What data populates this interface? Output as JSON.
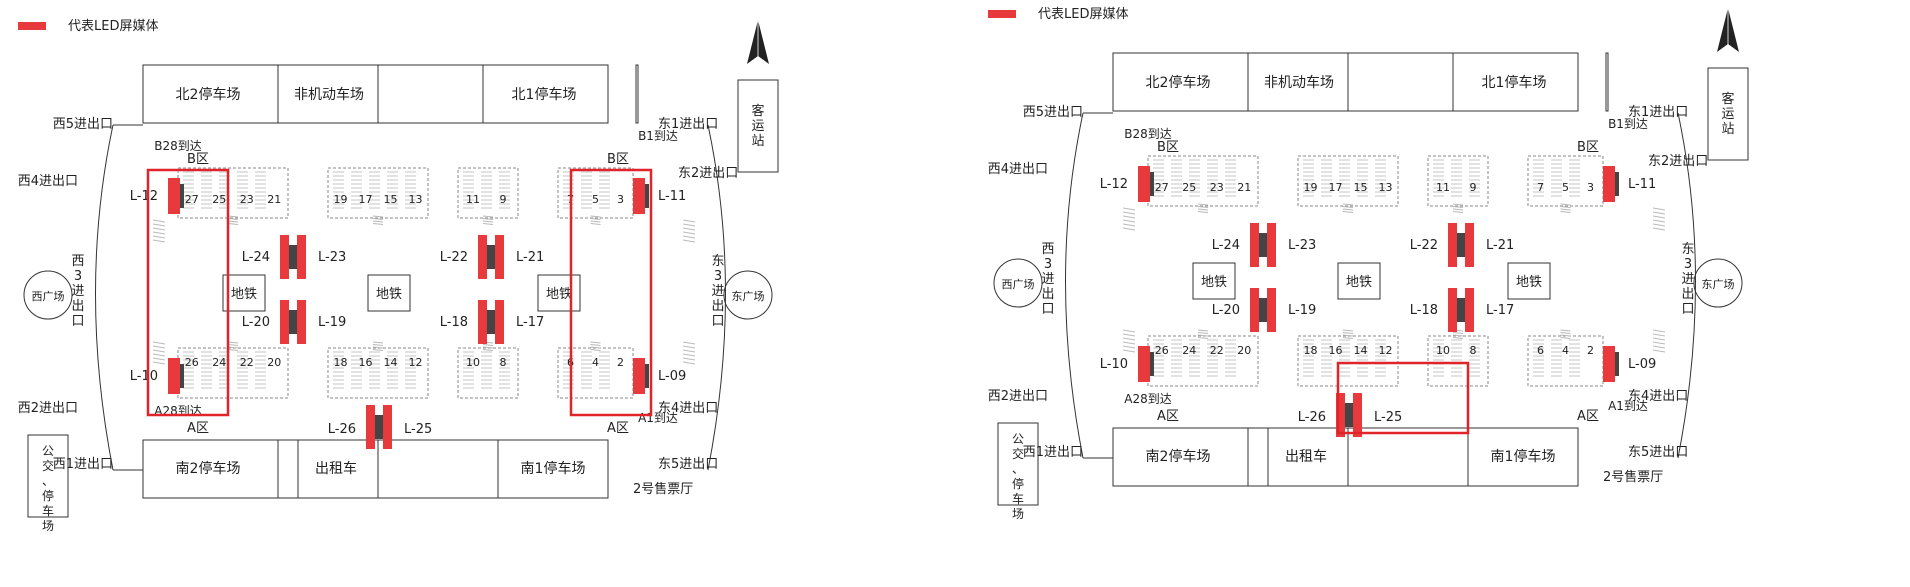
{
  "legend": {
    "label": "代表LED屏媒体",
    "color": "#e8393c"
  },
  "north_lots": [
    "北2停车场",
    "非机动车场",
    "北1停车场"
  ],
  "south_lots": [
    "南2停车场",
    "出租车",
    "南1停车场"
  ],
  "west_exits": [
    "西5进出口",
    "西4进出口",
    "西3进出口",
    "西2进出口",
    "西1进出口"
  ],
  "east_exits": [
    "东1进出口",
    "东2进出口",
    "东3进出口",
    "东4进出口",
    "东5进出口"
  ],
  "plazas": [
    "西广场",
    "东广场"
  ],
  "zones": {
    "b": "B区",
    "a": "A区"
  },
  "arrivals": [
    "B28到达",
    "B1到达",
    "A28到达",
    "A1到达"
  ],
  "coach": "客运站",
  "bus": "公交、停车场",
  "ticket_hall": "2号售票厅",
  "metro": "地铁",
  "platforms_north": [
    [
      "27",
      "25",
      "23",
      "21"
    ],
    [
      "19",
      "17",
      "15",
      "13"
    ],
    [
      "11",
      "9"
    ],
    [
      "7",
      "5",
      "3"
    ]
  ],
  "platforms_south": [
    [
      "26",
      "24",
      "22",
      "20"
    ],
    [
      "18",
      "16",
      "14",
      "12"
    ],
    [
      "10",
      "8"
    ],
    [
      "6",
      "4",
      "2"
    ]
  ],
  "screens": {
    "l12": "L-12",
    "l11": "L-11",
    "l24": "L-24",
    "l23": "L-23",
    "l22": "L-22",
    "l21": "L-21",
    "l20": "L-20",
    "l19": "L-19",
    "l18": "L-18",
    "l17": "L-17",
    "l10": "L-10",
    "l09": "L-09",
    "l26": "L-26",
    "l25": "L-25"
  }
}
